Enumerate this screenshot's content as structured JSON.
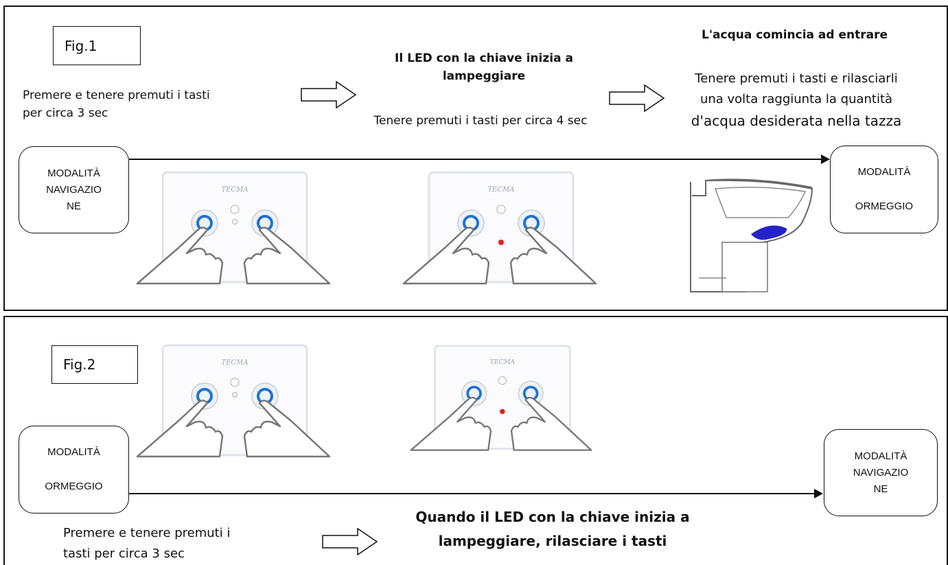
{
  "fig1": {
    "label": "Fig.1",
    "step1_text": [
      "Premere e tenere premuti i tasti",
      "per circa 3 sec"
    ],
    "step2_title": [
      "Il LED con la chiave inizia a",
      "lampeggiare"
    ],
    "step2_text": "Tenere premuti i tasti per circa 4 sec",
    "step3_title": "L'acqua comincia ad entrare",
    "step3_text": [
      "Tenere premuti i tasti e rilasciarli",
      "una volta raggiunta la quantità",
      "d'acqua desiderata nella tazza"
    ],
    "from_mode": [
      "MODALITÀ",
      "NAVIGAZIO",
      "NE"
    ],
    "to_mode": [
      "MODALITÀ",
      "ORMEGGIO"
    ]
  },
  "fig2": {
    "label": "Fig.2",
    "from_mode": [
      "MODALITÀ",
      "ORMEGGIO"
    ],
    "to_mode": [
      "MODALITÀ",
      "NAVIGAZIO",
      "NE"
    ],
    "step1_text": [
      "Premere e tenere premuti i",
      "tasti per circa 3 sec"
    ],
    "step2_title": [
      "Quando il LED con la chiave inizia a",
      "lampeggiare, rilasciare i tasti"
    ]
  },
  "panel_brand": "TECMA",
  "colors": {
    "button_blue": "#1e73d6",
    "led_red": "#e02020",
    "water_blue": "#2323c8"
  }
}
